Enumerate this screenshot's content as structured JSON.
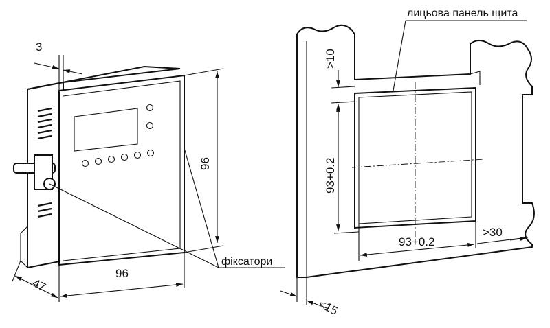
{
  "left_view": {
    "dim_depth_top": "3",
    "dim_depth": "47",
    "dim_width": "96",
    "dim_height": "96",
    "callout": "фіксатори"
  },
  "right_view": {
    "panel_label": "лицьова панель щита",
    "dim_top_margin": ">10",
    "dim_cutout_height": "93+0.2",
    "dim_cutout_width": "93+0.2",
    "dim_side_margin": ">30",
    "dim_thickness": "<15"
  }
}
